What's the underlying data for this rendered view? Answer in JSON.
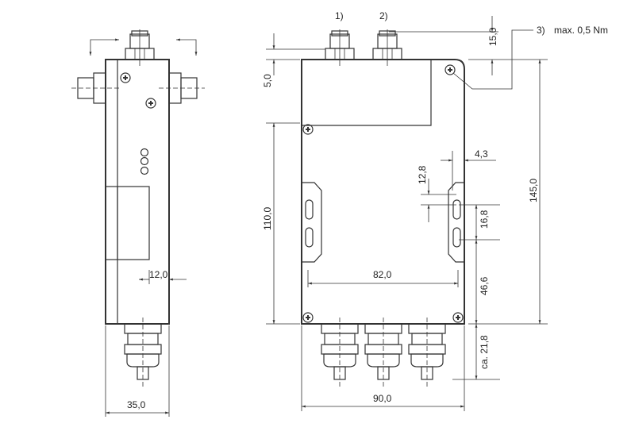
{
  "callouts": {
    "c1": "1)",
    "c2": "2)",
    "c3": "3)",
    "torque": "max. 0,5 Nm"
  },
  "dimensions": {
    "d15": "15,0",
    "d5": "5,0",
    "d110": "110,0",
    "d145": "145,0",
    "d82": "82,0",
    "d43": "4,3",
    "d128": "12,8",
    "d168": "16,8",
    "d466": "46,6",
    "d218": "ca. 21,8",
    "d90": "90,0",
    "d12": "12,0",
    "d35": "35,0"
  }
}
